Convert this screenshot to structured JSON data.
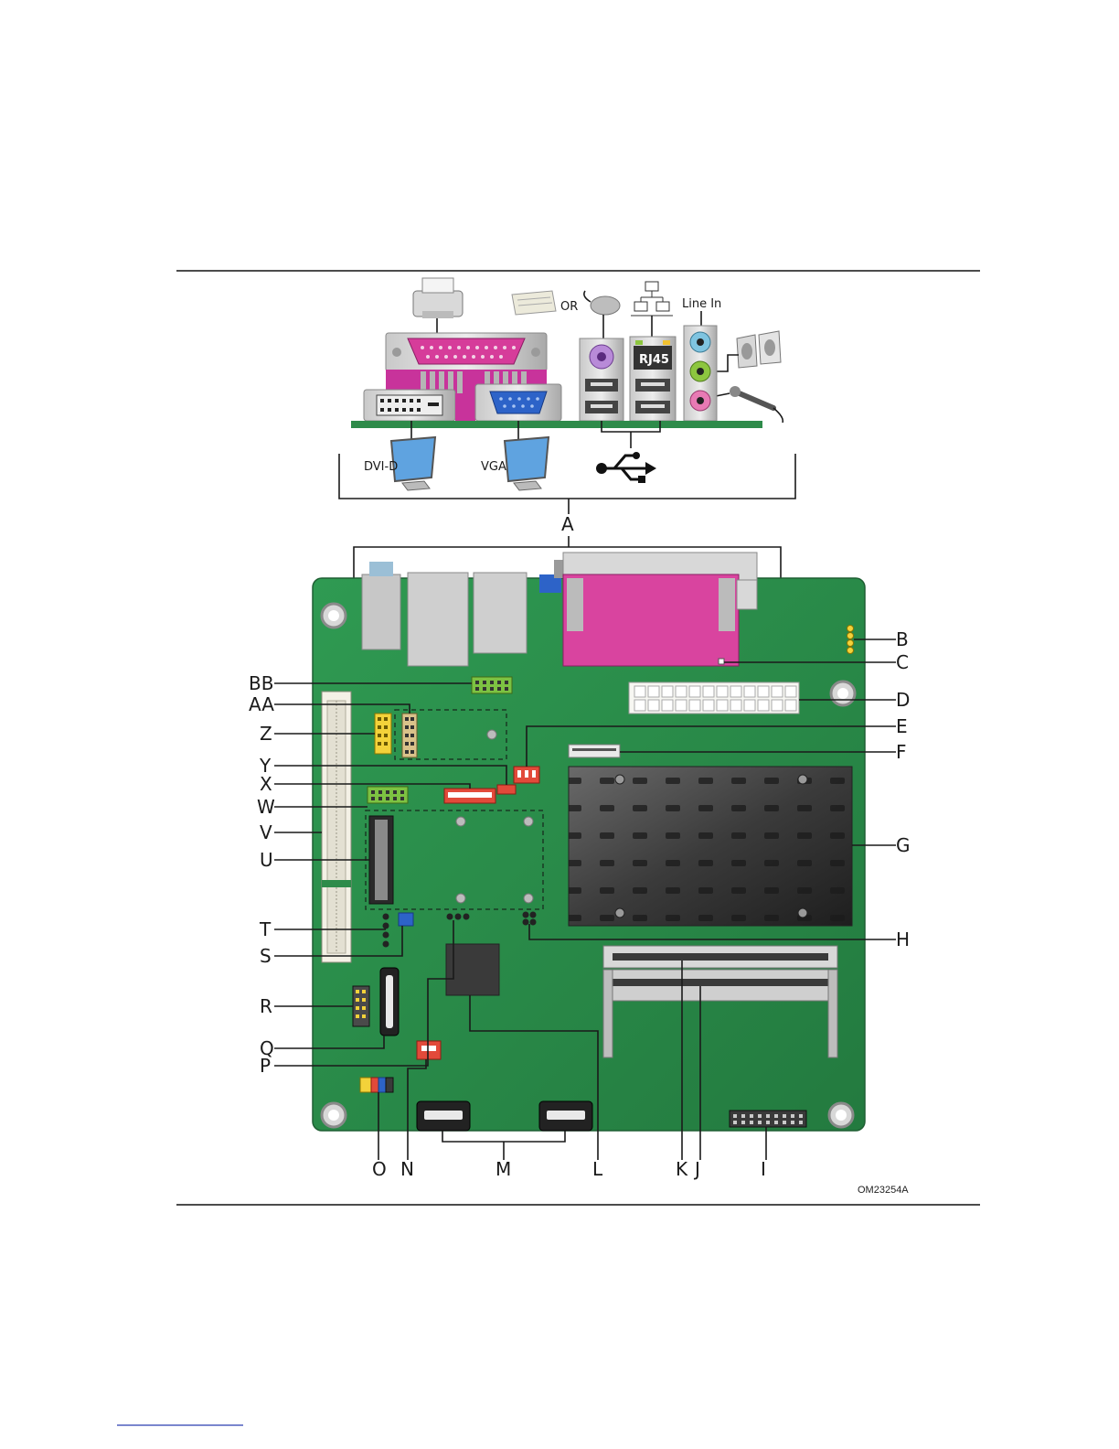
{
  "top_panel": {
    "line_in_label": "Line In",
    "or_label": "OR",
    "rj45_label": "RJ45",
    "dvi_label": "DVI-D",
    "vga_label": "VGA"
  },
  "callouts": {
    "A": "A",
    "B": "B",
    "C": "C",
    "D": "D",
    "E": "E",
    "F": "F",
    "G": "G",
    "H": "H",
    "I": "I",
    "J": "J",
    "K": "K",
    "L": "L",
    "M": "M",
    "N": "N",
    "O": "O",
    "P": "P",
    "Q": "Q",
    "R": "R",
    "S": "S",
    "T": "T",
    "U": "U",
    "V": "V",
    "W": "W",
    "X": "X",
    "Y": "Y",
    "Z": "Z",
    "AA": "AA",
    "BB": "BB"
  },
  "figure_code": "OM23254A",
  "colors": {
    "board_green": "#2e8b4a",
    "parallel_magenta": "#d63c9a",
    "vga_blue": "#2d63c8",
    "audio_blue": "#7fc4e0",
    "audio_green": "#8dc63f",
    "audio_pink": "#e87ab4",
    "heatsink": "#3a3a3a"
  }
}
